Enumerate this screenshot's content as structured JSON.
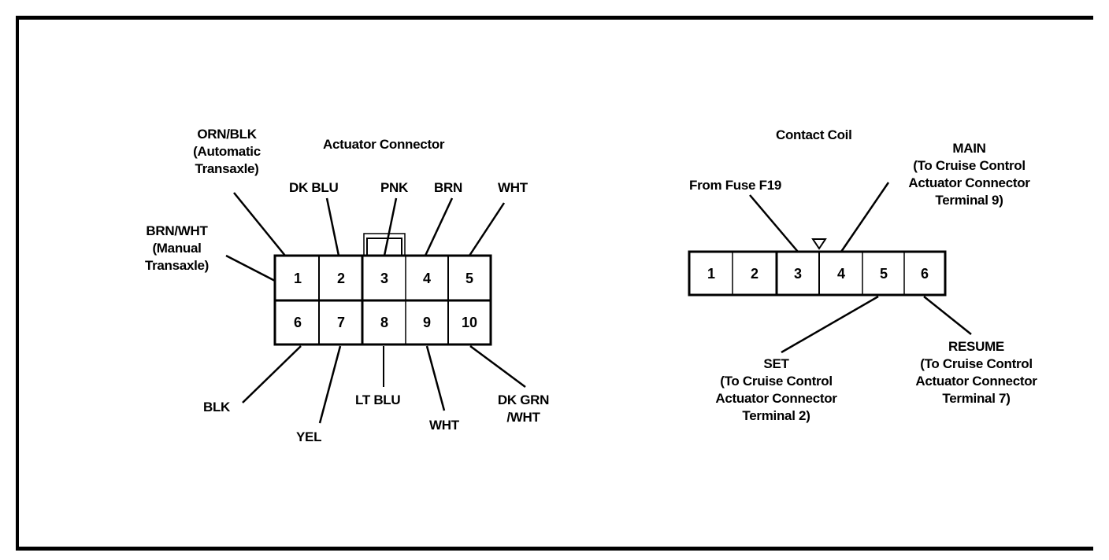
{
  "actuator_connector": {
    "title": "Actuator Connector",
    "terminals": [
      "1",
      "2",
      "3",
      "4",
      "5",
      "6",
      "7",
      "8",
      "9",
      "10"
    ],
    "wires": {
      "t1_auto": [
        "ORN/BLK",
        "(Automatic",
        "Transaxle)"
      ],
      "t1_manual": [
        "BRN/WHT",
        "(Manual",
        "Transaxle)"
      ],
      "t2": "DK BLU",
      "t3": "PNK",
      "t4": "BRN",
      "t5": "WHT",
      "t6": "BLK",
      "t7": "YEL",
      "t8": "LT BLU",
      "t9": "WHT",
      "t10": [
        "DK GRN",
        "/WHT"
      ]
    }
  },
  "contact_coil": {
    "title": "Contact Coil",
    "terminals": [
      "1",
      "2",
      "3",
      "4",
      "5",
      "6"
    ],
    "wires": {
      "t3": "From Fuse F19",
      "t4": [
        "MAIN",
        "(To Cruise Control",
        "Actuator Connector",
        "Terminal 9)"
      ],
      "t5": [
        "SET",
        "(To Cruise Control",
        "Actuator Connector",
        "Terminal 2)"
      ],
      "t6": [
        "RESUME",
        "(To Cruise Control",
        "Actuator Connector",
        "Terminal 7)"
      ]
    }
  }
}
